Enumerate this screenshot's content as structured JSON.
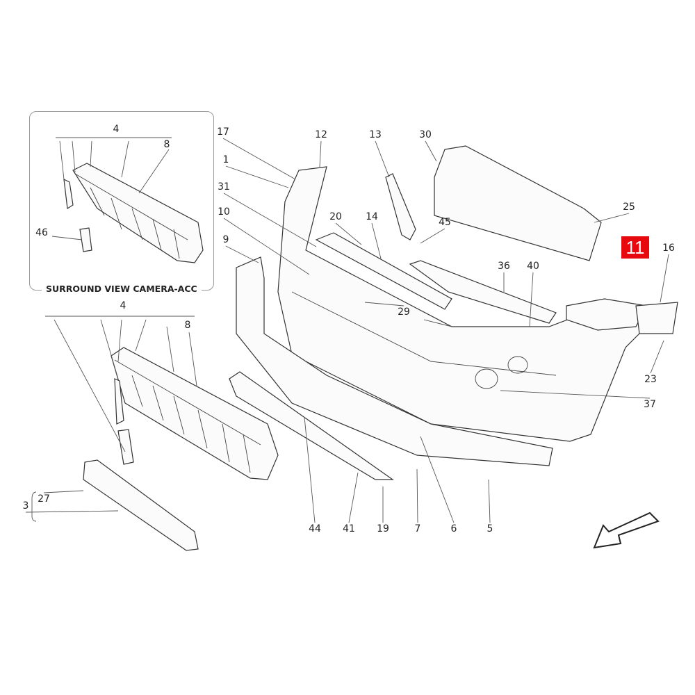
{
  "title": "Front bumper exploded parts diagram",
  "highlighted_part": {
    "number": "11",
    "color": "#e8090f"
  },
  "inset": {
    "caption": "SURROUND VIEW CAMERA-ACC",
    "labels": [
      "4",
      "8",
      "46"
    ]
  },
  "labels": [
    "17",
    "12",
    "13",
    "30",
    "1",
    "31",
    "10",
    "9",
    "20",
    "14",
    "45",
    "25",
    "16",
    "36",
    "40",
    "29",
    "23",
    "37",
    "4",
    "8",
    "27",
    "3",
    "44",
    "41",
    "19",
    "7",
    "6",
    "5"
  ]
}
